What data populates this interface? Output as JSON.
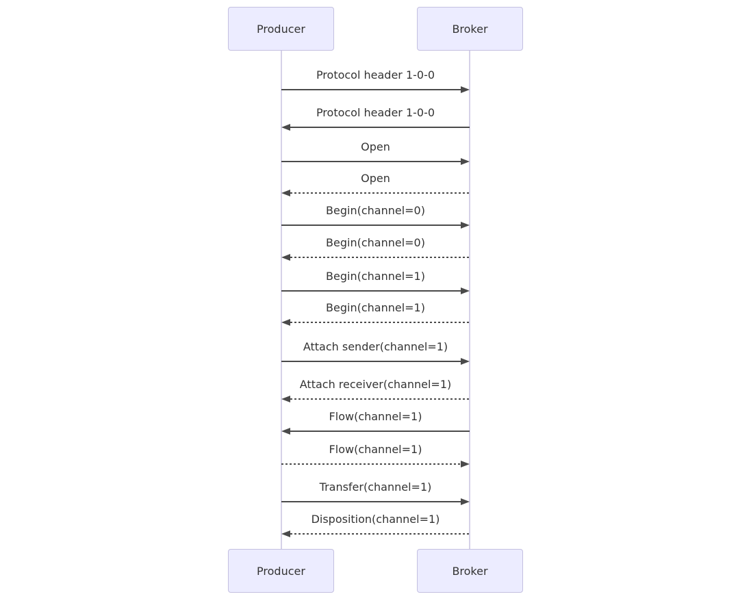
{
  "diagram": {
    "type": "sequence",
    "actors": [
      {
        "id": "producer",
        "label": "Producer"
      },
      {
        "id": "broker",
        "label": "Broker"
      }
    ],
    "messages": [
      {
        "from": "producer",
        "to": "broker",
        "label": "Protocol header 1-0-0",
        "line": "solid"
      },
      {
        "from": "broker",
        "to": "producer",
        "label": "Protocol header 1-0-0",
        "line": "solid"
      },
      {
        "from": "producer",
        "to": "broker",
        "label": "Open",
        "line": "solid"
      },
      {
        "from": "broker",
        "to": "producer",
        "label": "Open",
        "line": "dashed"
      },
      {
        "from": "producer",
        "to": "broker",
        "label": "Begin(channel=0)",
        "line": "solid"
      },
      {
        "from": "broker",
        "to": "producer",
        "label": "Begin(channel=0)",
        "line": "dashed"
      },
      {
        "from": "producer",
        "to": "broker",
        "label": "Begin(channel=1)",
        "line": "solid"
      },
      {
        "from": "broker",
        "to": "producer",
        "label": "Begin(channel=1)",
        "line": "dashed"
      },
      {
        "from": "producer",
        "to": "broker",
        "label": "Attach sender(channel=1)",
        "line": "solid"
      },
      {
        "from": "broker",
        "to": "producer",
        "label": "Attach receiver(channel=1)",
        "line": "dashed"
      },
      {
        "from": "broker",
        "to": "producer",
        "label": "Flow(channel=1)",
        "line": "solid"
      },
      {
        "from": "producer",
        "to": "broker",
        "label": "Flow(channel=1)",
        "line": "dashed"
      },
      {
        "from": "producer",
        "to": "broker",
        "label": "Transfer(channel=1)",
        "line": "solid"
      },
      {
        "from": "broker",
        "to": "producer",
        "label": "Disposition(channel=1)",
        "line": "dashed"
      }
    ],
    "colors": {
      "background": "#ffffff",
      "actor_fill": "#ECECFF",
      "actor_border": "#c3bfe0",
      "lifeline": "#d5d1e8",
      "message_line": "#4a4a4a",
      "text": "#333333"
    }
  }
}
